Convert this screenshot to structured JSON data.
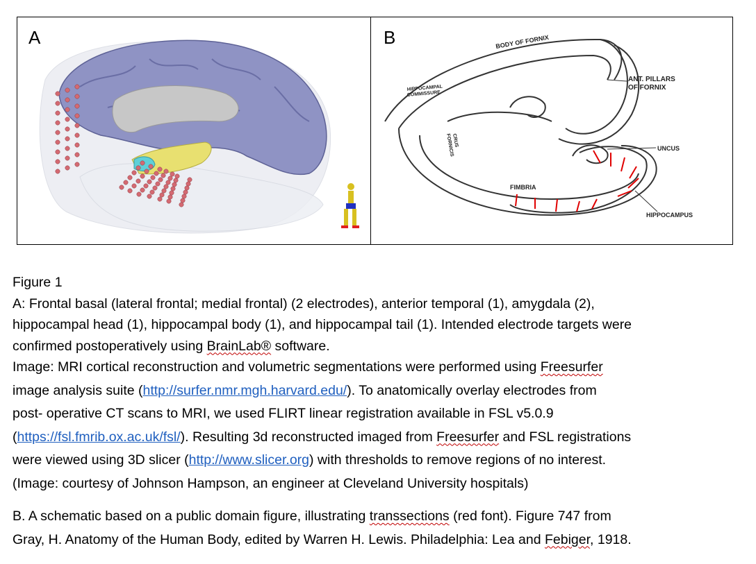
{
  "figure": {
    "panel_a_label": "A",
    "panel_b_label": "B",
    "panel_b_labels": {
      "body_of_fornix": "BODY OF FORNIX",
      "ant_pillars_1": "ANT. PILLARS",
      "ant_pillars_2": "OF FORNIX",
      "hippocampal_commissure_1": "HIPPOCAMPAL",
      "hippocampal_commissure_2": "COMMISSURE",
      "crus_fornicis_1": "CRUS",
      "crus_fornicis_2": "FORNICIS",
      "uncus": "UNCUS",
      "fimbria": "FIMBRIA",
      "hippocampus": "HIPPOCAMPUS"
    },
    "colors": {
      "cortex": "#8f93c4",
      "ventricle": "#c7c7c7",
      "electrode": "#d46a72",
      "amygdala": "#5fd0d8",
      "hippocampus": "#e8e070",
      "transsection": "#e00000",
      "link": "#1f5fbf"
    }
  },
  "caption": {
    "figure_title": "Figure 1",
    "a_line1": "A:  Frontal basal (lateral frontal; medial frontal) (2 electrodes), anterior temporal (1), amygdala (2),",
    "a_line2": "hippocampal head (1), hippocampal body (1), and hippocampal tail (1). Intended electrode targets were",
    "a_line3_pre": "confirmed postoperatively using ",
    "a_line3_brainlab": "BrainLab®",
    "a_line3_post": " software.",
    "img_line1_pre": "Image: MRI cortical reconstruction and volumetric segmentations were performed using ",
    "img_line1_freesurfer": "Freesurfer",
    "img_line2_pre": "image analysis suite (",
    "img_line2_link": "http://surfer.nmr.mgh.harvard.edu/",
    "img_line2_post": "). To anatomically overlay electrodes from",
    "img_line3": "post- operative CT scans to MRI, we used FLIRT linear registration available in FSL v5.0.9",
    "img_line4_pre": "(",
    "img_line4_link": "https://fsl.fmrib.ox.ac.uk/fsl/",
    "img_line4_mid": "). Resulting 3d reconstructed imaged from ",
    "img_line4_freesurfer": "Freesurfer",
    "img_line4_post": " and FSL registrations",
    "img_line5_pre": "were viewed using 3D slicer (",
    "img_line5_link": "http://www.slicer.org",
    "img_line5_post": ") with thresholds to remove regions of no interest.",
    "img_line6": "(Image: courtesy of Johnson Hampson, an engineer at Cleveland University hospitals)",
    "b_line1_pre": "B. A schematic based on a public domain figure, illustrating ",
    "b_line1_transsections": "transsections",
    "b_line1_post": " (red font). Figure 747 from",
    "b_line2_pre": "Gray, H. Anatomy of the Human Body, edited by Warren H. Lewis. Philadelphia: Lea and ",
    "b_line2_febiger": "Febiger",
    "b_line2_post": ", 1918."
  }
}
